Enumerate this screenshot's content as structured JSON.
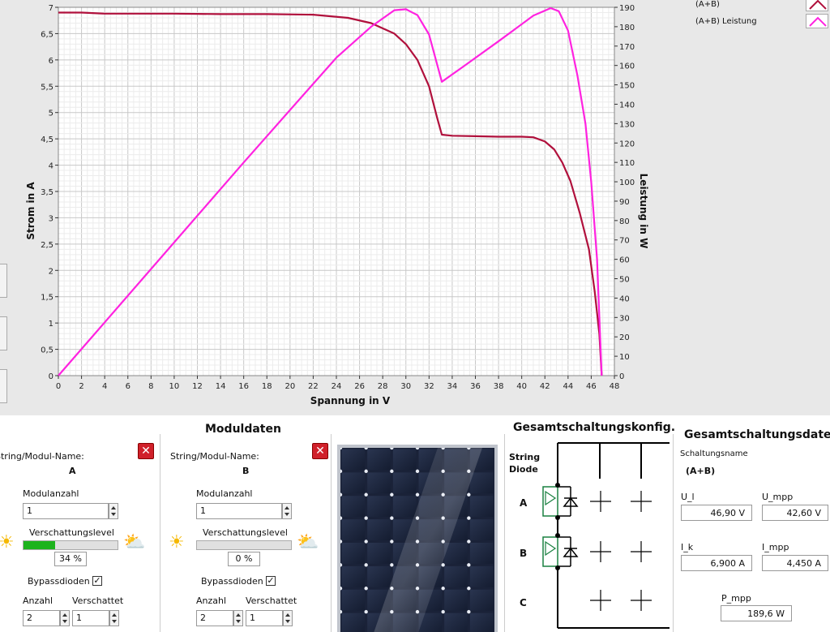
{
  "chart": {
    "y_left_label": "Strom in A",
    "y_right_label": "Leistung in W",
    "x_label": "Spannung in V",
    "y_left_ticks": [
      "0",
      "0,5",
      "1",
      "1,5",
      "2",
      "2,5",
      "3",
      "3,5",
      "4",
      "4,5",
      "5",
      "5,5",
      "6",
      "6,5",
      "7"
    ],
    "y_right_ticks": [
      "0",
      "10",
      "20",
      "30",
      "40",
      "50",
      "60",
      "70",
      "80",
      "90",
      "100",
      "110",
      "120",
      "130",
      "140",
      "150",
      "160",
      "170",
      "180",
      "190"
    ],
    "x_ticks": [
      "0",
      "2",
      "4",
      "6",
      "8",
      "10",
      "12",
      "14",
      "16",
      "18",
      "20",
      "22",
      "24",
      "26",
      "28",
      "30",
      "32",
      "34",
      "36",
      "38",
      "40",
      "42",
      "44",
      "46",
      "48"
    ],
    "legend": [
      {
        "label": "(A+B)",
        "color": "#b0103c"
      },
      {
        "label": "(A+B)  Leistung",
        "color": "#ff22e0"
      }
    ],
    "colors": {
      "current": "#b0103c",
      "power": "#ff22e0",
      "grid_major": "#c8c8c8",
      "grid_minor": "#ececec"
    }
  },
  "chart_data": {
    "type": "line",
    "xlabel": "Spannung in V",
    "ylabel": "Strom in A",
    "ylabel_right": "Leistung in W",
    "xlim": [
      0,
      48
    ],
    "ylim": [
      0,
      7
    ],
    "ylim_right": [
      0,
      190
    ],
    "series": [
      {
        "name": "(A+B)",
        "axis": "left",
        "x": [
          0,
          2,
          4,
          10,
          14,
          18,
          22,
          25,
          27,
          29,
          30,
          31,
          32,
          32.7,
          33.1,
          34,
          36,
          38,
          40,
          41,
          42,
          42.8,
          43.5,
          44.2,
          45,
          45.8,
          46.3,
          46.7,
          46.9
        ],
        "y": [
          6.9,
          6.9,
          6.88,
          6.88,
          6.87,
          6.87,
          6.86,
          6.8,
          6.7,
          6.5,
          6.3,
          6.0,
          5.5,
          4.9,
          4.58,
          4.56,
          4.55,
          4.54,
          4.54,
          4.53,
          4.45,
          4.3,
          4.05,
          3.7,
          3.1,
          2.4,
          1.6,
          0.8,
          0
        ]
      },
      {
        "name": "(A+B)  Leistung",
        "axis": "right",
        "x": [
          0,
          4,
          8,
          12,
          16,
          20,
          24,
          27,
          29,
          30,
          31,
          32,
          33.1,
          35,
          38,
          41,
          42.5,
          43.2,
          44,
          44.8,
          45.5,
          46,
          46.5,
          46.9
        ],
        "y": [
          0,
          27.5,
          55,
          82.5,
          110,
          137,
          164,
          180,
          188.5,
          189,
          186,
          176,
          151.6,
          159.6,
          172.5,
          185.7,
          189.6,
          188,
          178,
          155,
          130,
          100,
          60,
          0
        ]
      }
    ]
  },
  "modules": {
    "title": "Moduldaten",
    "a": {
      "name_label": "String/Modul-Name:",
      "name": "A",
      "count_label": "Modulanzahl",
      "count": "1",
      "shade_label": "Verschattungslevel",
      "shade_value": "34 %",
      "shade_fraction": 0.34,
      "bypass_label": "Bypassdioden",
      "bypass_checked": "✓",
      "anzahl_label": "Anzahl",
      "anzahl": "2",
      "verschattet_label": "Verschattet",
      "verschattet": "1"
    },
    "b": {
      "name_label": "String/Modul-Name:",
      "name": "B",
      "count_label": "Modulanzahl",
      "count": "1",
      "shade_label": "Verschattungslevel",
      "shade_value": "0 %",
      "shade_fraction": 0,
      "bypass_label": "Bypassdioden",
      "bypass_checked": "✓",
      "anzahl_label": "Anzahl",
      "anzahl": "2",
      "verschattet_label": "Verschattet",
      "verschattet": "1"
    }
  },
  "config": {
    "title": "Gesamtschaltungskonfig.",
    "string_label": "String",
    "diode_label": "Diode",
    "rows": [
      "A",
      "B",
      "C"
    ]
  },
  "totals": {
    "title": "Gesamtschaltungsdaten",
    "name_label": "Schaltungsname",
    "name": "(A+B)",
    "ul_label": "U_l",
    "ul": "46,90 V",
    "umpp_label": "U_mpp",
    "umpp": "42,60 V",
    "ik_label": "I_k",
    "ik": "6,900 A",
    "impp_label": "I_mpp",
    "impp": "4,450 A",
    "pmpp_label": "P_mpp",
    "pmpp": "189,6 W"
  }
}
